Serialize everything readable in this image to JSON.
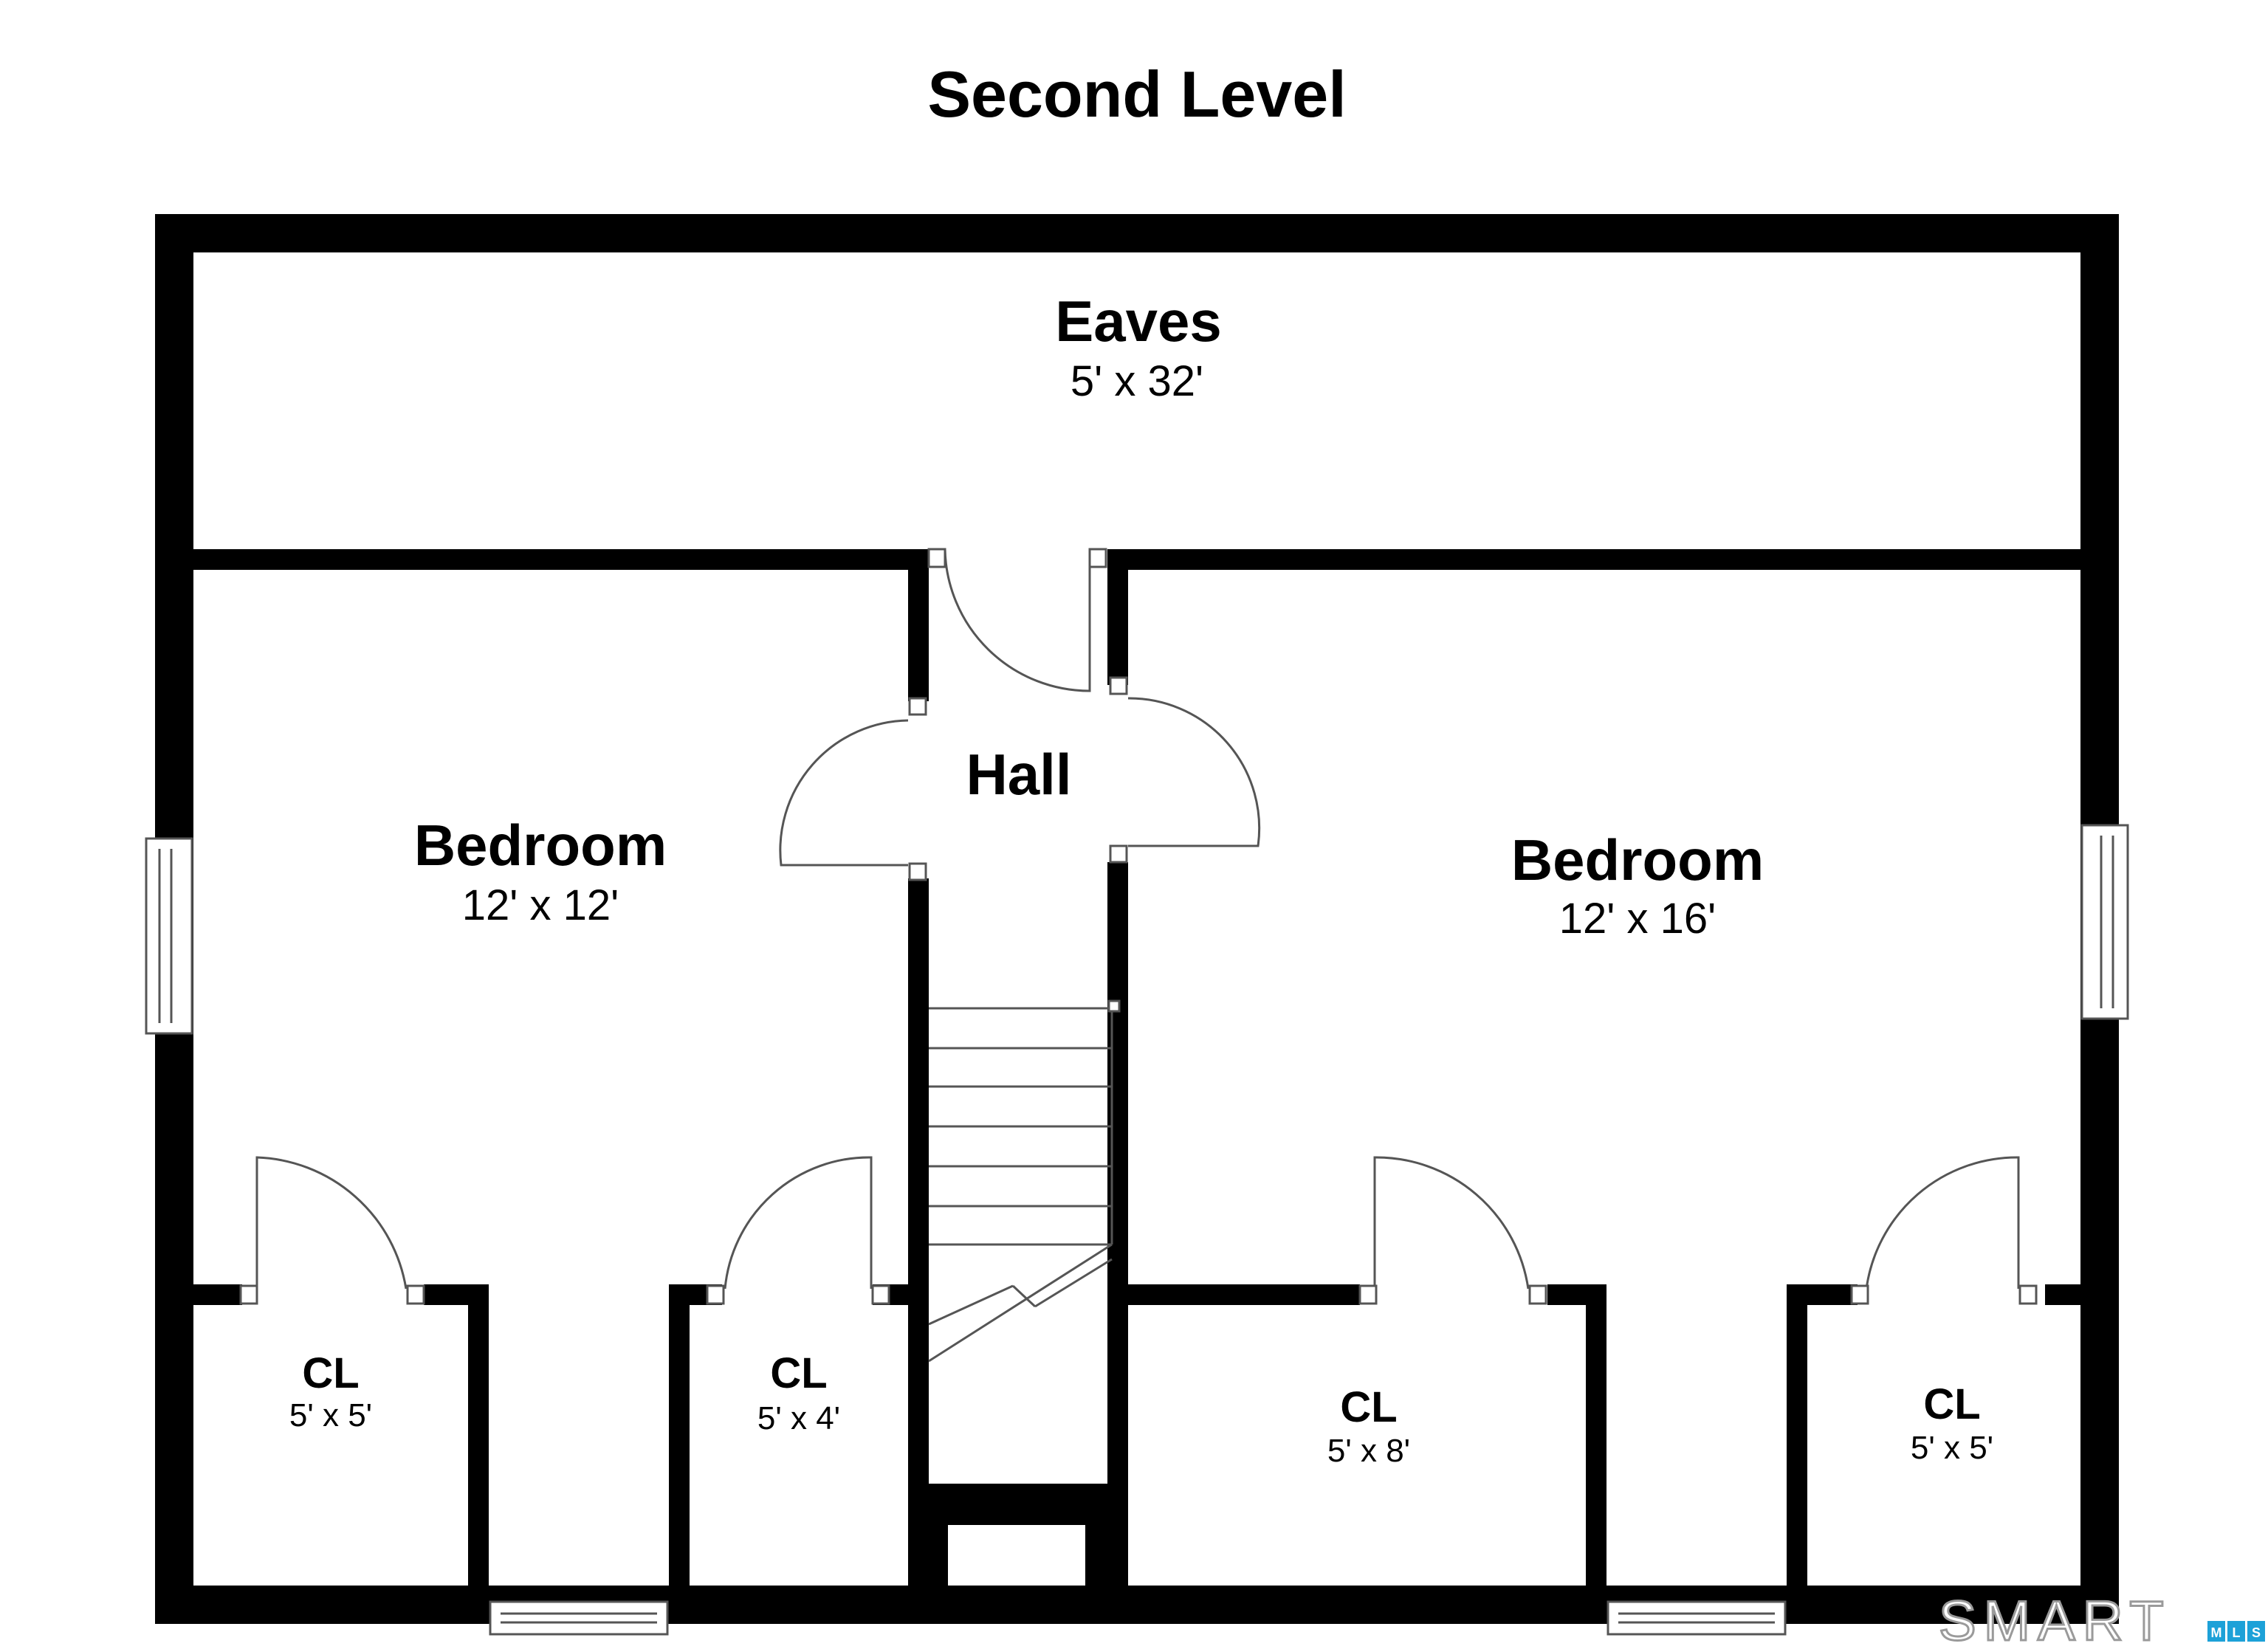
{
  "title": "Second Level",
  "rooms": {
    "eaves": {
      "name": "Eaves",
      "dims": "5' x 32'"
    },
    "hall": {
      "name": "Hall"
    },
    "bedroom_left": {
      "name": "Bedroom",
      "dims": "12' x 12'"
    },
    "bedroom_right": {
      "name": "Bedroom",
      "dims": "12' x 16'"
    },
    "closet_1": {
      "name": "CL",
      "dims": "5' x 5'"
    },
    "closet_2": {
      "name": "CL",
      "dims": "5' x 4'"
    },
    "closet_3": {
      "name": "CL",
      "dims": "5' x 8'"
    },
    "closet_4": {
      "name": "CL",
      "dims": "5' x 5'"
    }
  },
  "logo": {
    "main": "SMART",
    "sub": [
      "M",
      "L",
      "S"
    ]
  },
  "colors": {
    "wall": "#000000",
    "line": "#555555",
    "logo_blue": "#1da1d8",
    "background": "#ffffff"
  }
}
